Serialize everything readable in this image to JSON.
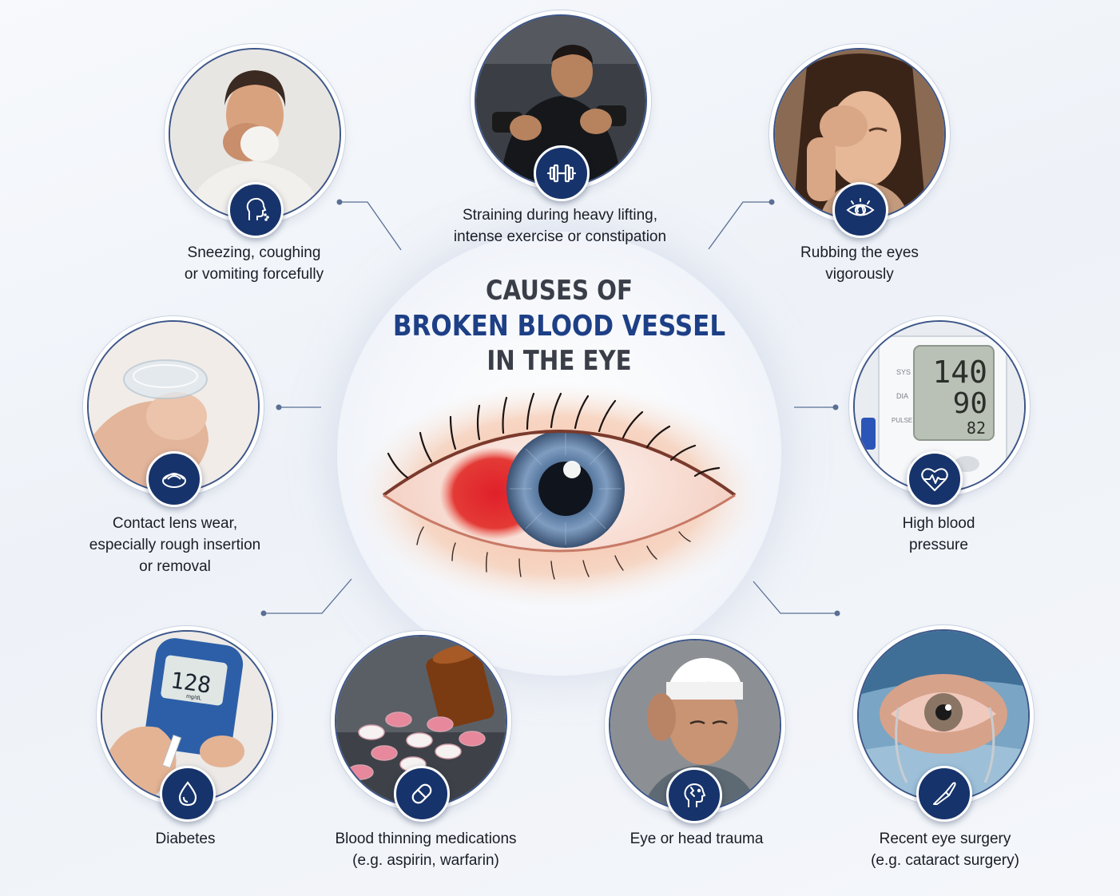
{
  "title": {
    "line1": "CAUSES OF",
    "line2": "BROKEN BLOOD VESSEL",
    "line3": "IN THE EYE"
  },
  "colors": {
    "navy": "#17336b",
    "title_blue": "#1d3f86",
    "title_gray": "#3a3e48",
    "hemorrhage": "#e0202a",
    "iris": "#5f7fa6"
  },
  "causes": [
    {
      "id": "sneezing",
      "icon": "sneeze-face-icon",
      "line1": "Sneezing, coughing",
      "line2": "or vomiting forcefully"
    },
    {
      "id": "straining",
      "icon": "dumbbell-icon",
      "line1": "Straining during heavy lifting,",
      "line2": "intense exercise or constipation"
    },
    {
      "id": "rubbing",
      "icon": "eye-rub-icon",
      "line1": "Rubbing the eyes",
      "line2": "vigorously"
    },
    {
      "id": "contact-lens",
      "icon": "contact-lens-icon",
      "line1": "Contact lens wear,",
      "line2": "especially rough insertion",
      "line3": "or removal"
    },
    {
      "id": "blood-pressure",
      "icon": "heart-pulse-icon",
      "line1": "High blood",
      "line2": "pressure"
    },
    {
      "id": "diabetes",
      "icon": "blood-drop-icon",
      "line1": "Diabetes"
    },
    {
      "id": "blood-thinners",
      "icon": "pill-capsule-icon",
      "line1": "Blood thinning medications",
      "line2": "(e.g. aspirin, warfarin)"
    },
    {
      "id": "trauma",
      "icon": "head-trauma-icon",
      "line1": "Eye or head trauma"
    },
    {
      "id": "surgery",
      "icon": "scalpel-icon",
      "line1": "Recent eye surgery",
      "line2": "(e.g. cataract surgery)"
    }
  ],
  "bp_monitor": {
    "sys_label": "SYS",
    "dia_label": "DIA",
    "pulse_label": "PULSE",
    "sys": "140",
    "dia": "90",
    "pulse": "82"
  },
  "glucose_meter": {
    "reading": "128",
    "unit": "mg/dL"
  }
}
